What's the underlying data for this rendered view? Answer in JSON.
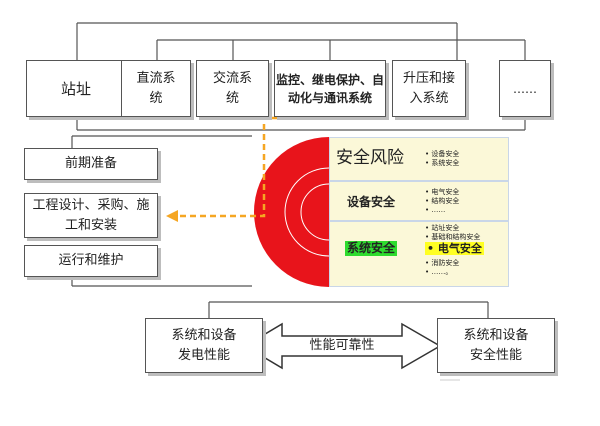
{
  "top_boxes": [
    "站址",
    "直流系\n统",
    "交流系\n统",
    "监控、继电保护、自\n动化与通讯系统",
    "升压和接\n入系统",
    "……"
  ],
  "left_boxes": [
    "前期准备",
    "工程设计、采购、施\n工和安装",
    "运行和维护"
  ],
  "risk": {
    "title": "安全风险",
    "title_items": [
      "• 设备安全",
      "• 系统安全"
    ],
    "equipment": "设备安全",
    "equipment_items": [
      "• 电气安全",
      "• 结构安全",
      "• ……"
    ],
    "system": "系统安全",
    "system_items": [
      "• 站址安全",
      "• 基础和结构安全",
      "• 电气安全",
      "• 消防安全",
      "• ……。"
    ]
  },
  "bottom": {
    "left": "系统和设备\n发电性能",
    "arrow": "性能可靠性",
    "right": "系统和设备\n安全性能"
  },
  "colors": {
    "circle": "#e8141b",
    "highlight_green": "#2edb2e",
    "highlight_yellow": "#ffff22",
    "dash": "#f5a623",
    "panel": "#fbf8d8"
  }
}
